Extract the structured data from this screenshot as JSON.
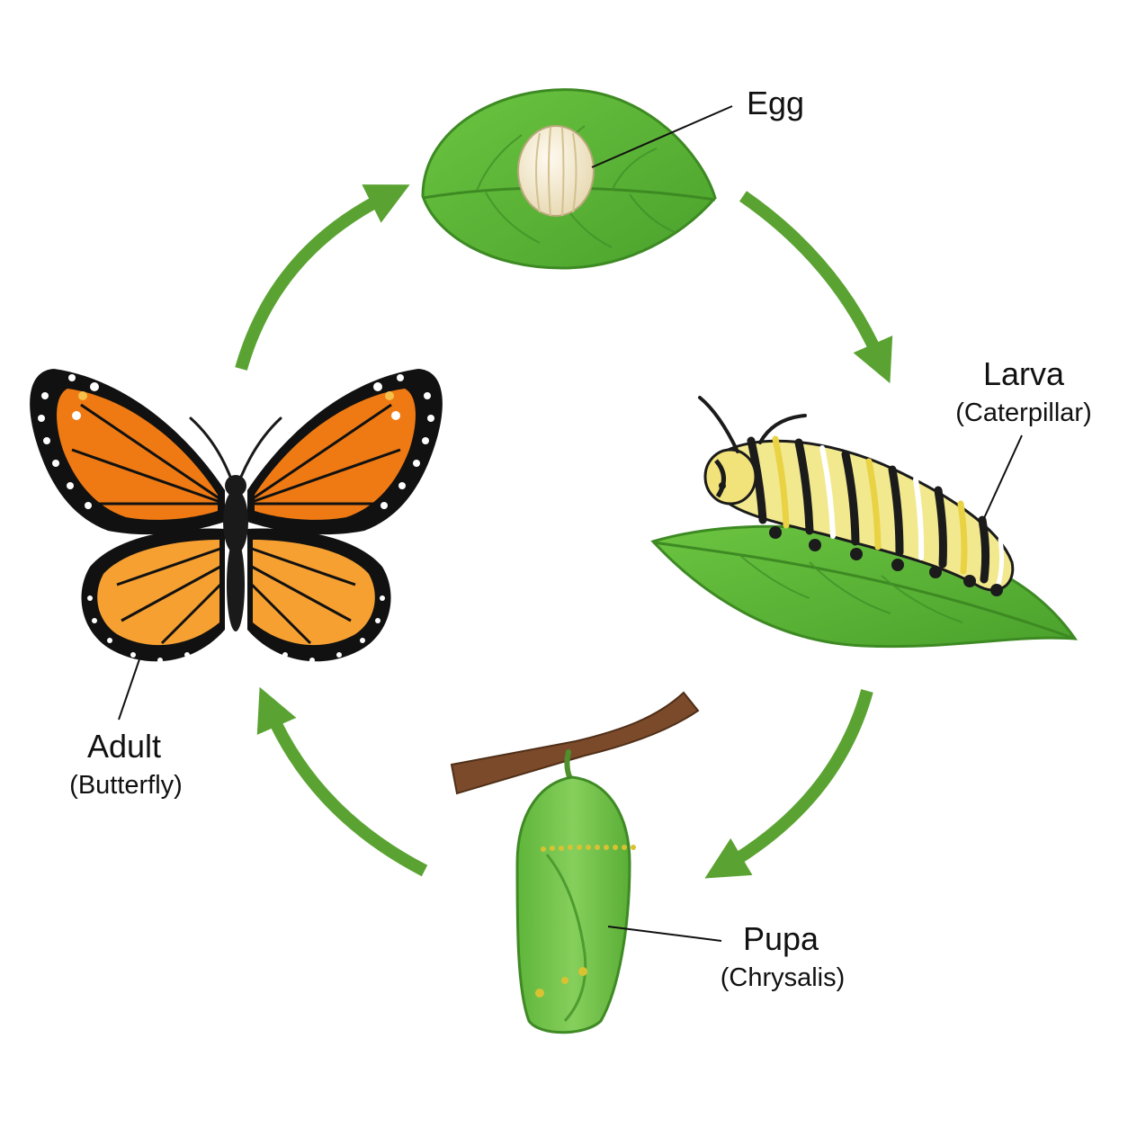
{
  "diagram": {
    "stages": [
      {
        "id": "egg",
        "name": "Egg",
        "detail": ""
      },
      {
        "id": "larva",
        "name": "Larva",
        "detail": "(Caterpillar)"
      },
      {
        "id": "pupa",
        "name": "Pupa",
        "detail": "(Chrysalis)"
      },
      {
        "id": "adult",
        "name": "Adult",
        "detail": "(Butterfly)"
      }
    ],
    "cycle_order": [
      "egg",
      "larva",
      "pupa",
      "adult"
    ]
  },
  "colors": {
    "background": "#ffffff",
    "arrow": "#5aa332",
    "leaf": "#5cb338",
    "leaf_dark": "#3d8a23",
    "egg": "#f3ead0",
    "caterpillar_yellow": "#e9d243",
    "caterpillar_black": "#1b1b1b",
    "chrysalis": "#72c24a",
    "chrysalis_gold": "#d9c232",
    "branch": "#7a4a2a",
    "wing_orange": "#ef7a14",
    "wing_light": "#f6a032",
    "wing_border": "#111111",
    "label_text": "#111111",
    "leader_line": "#111111"
  }
}
